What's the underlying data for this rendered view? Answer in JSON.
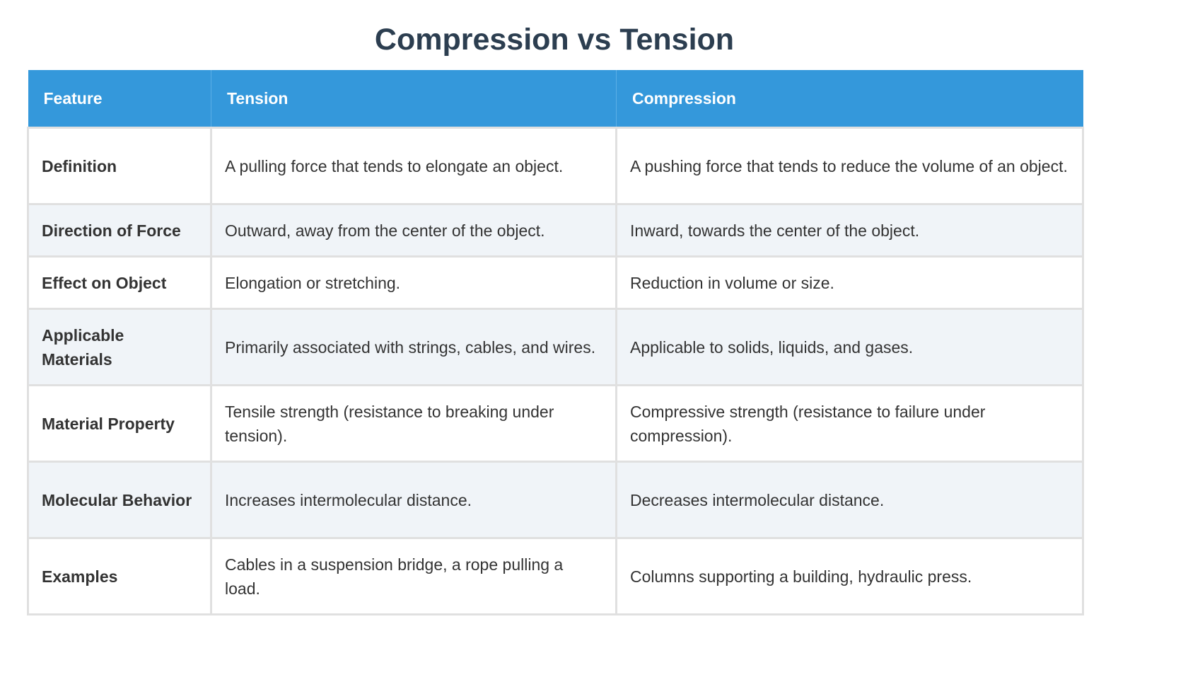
{
  "title": "Compression vs Tension",
  "colors": {
    "header_bg": "#3498db",
    "header_text": "#ffffff",
    "title_text": "#2c3e50",
    "row_alt_bg": "#f0f4f8",
    "border": "#e0e0e0"
  },
  "table": {
    "headers": [
      "Feature",
      "Tension",
      "Compression"
    ],
    "rows": [
      {
        "feature": "Definition",
        "tension": "A pulling force that tends to elongate an object.",
        "compression": "A pushing force that tends to reduce the volume of an object."
      },
      {
        "feature": "Direction of Force",
        "tension": "Outward, away from the center of the object.",
        "compression": "Inward, towards the center of the object."
      },
      {
        "feature": "Effect on Object",
        "tension": "Elongation or stretching.",
        "compression": "Reduction in volume or size."
      },
      {
        "feature": "Applicable Materials",
        "tension": "Primarily associated with strings, cables, and wires.",
        "compression": "Applicable to solids, liquids, and gases."
      },
      {
        "feature": "Material Property",
        "tension": "Tensile strength (resistance to breaking under tension).",
        "compression": "Compressive strength (resistance to failure under compression)."
      },
      {
        "feature": "Molecular Behavior",
        "tension": "Increases intermolecular distance.",
        "compression": "Decreases intermolecular distance."
      },
      {
        "feature": "Examples",
        "tension": "Cables in a suspension bridge, a rope pulling a load.",
        "compression": "Columns supporting a building, hydraulic press."
      }
    ]
  }
}
